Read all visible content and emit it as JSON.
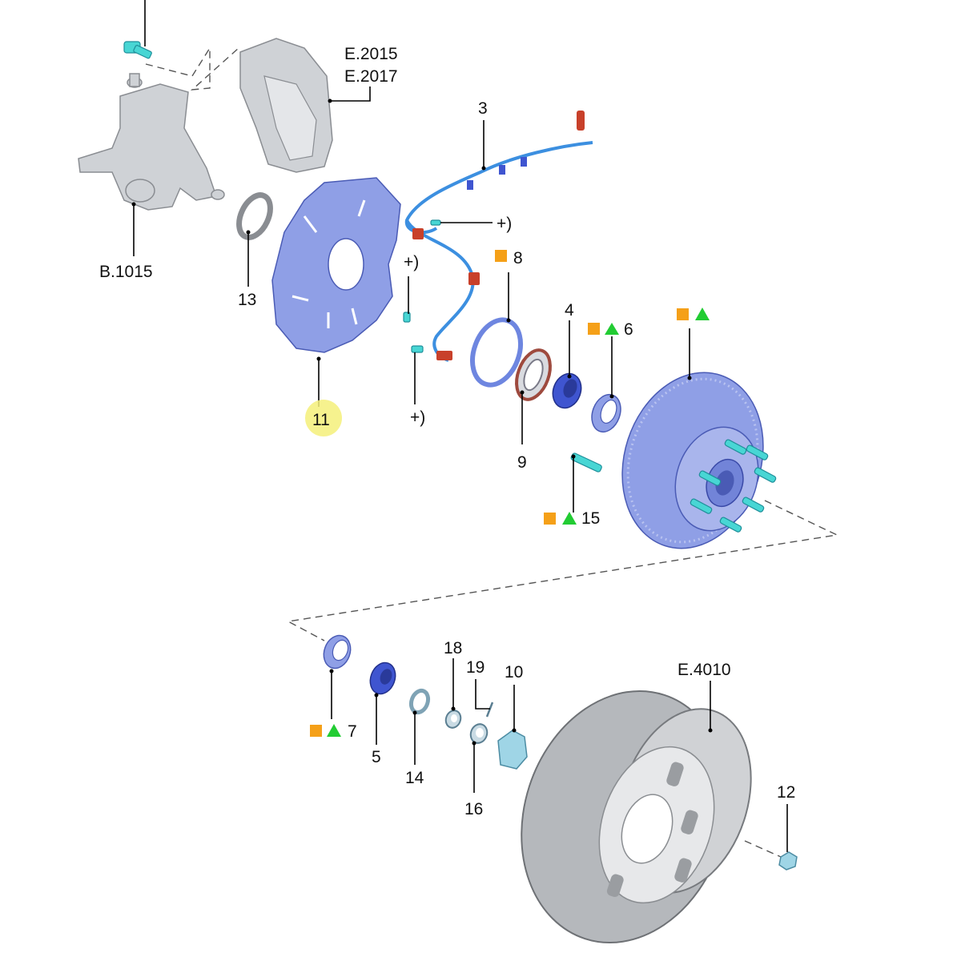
{
  "labels": {
    "caliper_ref_1": "E.2015",
    "caliper_ref_2": "E.2017",
    "knuckle_ref": "B.1015",
    "wheel_ref": "E.4010",
    "p3": "3",
    "p4": "4",
    "p5": "5",
    "p6": "6",
    "p7": "7",
    "p8": "8",
    "p9": "9",
    "p10": "10",
    "p11": "11",
    "p12": "12",
    "p13": "13",
    "p14": "14",
    "p15": "15",
    "p16": "16",
    "p18": "18",
    "p19": "19",
    "plus_note_1": "+)",
    "plus_note_2": "+)",
    "plus_note_3": "+)"
  },
  "highlight": {
    "part": "11",
    "color": "#f5f07a"
  },
  "marker_colors": {
    "square": "#f5a018",
    "triangle": "#22cc33"
  },
  "part_colors": {
    "blue": "#8f9fe6",
    "dark_blue": "#3f55d0",
    "grey": "#cfd2d6",
    "cyan": "#48d6d4",
    "red": "#c8402a"
  }
}
